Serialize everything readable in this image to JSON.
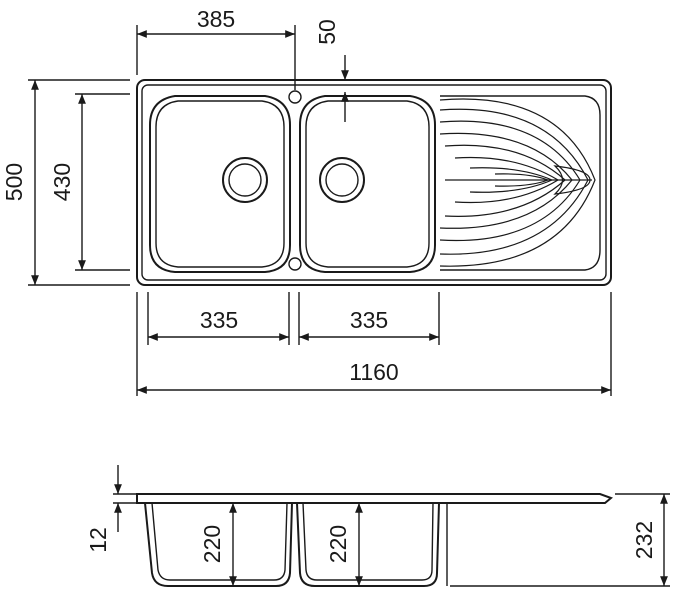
{
  "drawing": {
    "top_view": {
      "dimensions": {
        "bowl_offset": "385",
        "hole_offset": "50",
        "overall_depth": "500",
        "bowl_depth": "430",
        "bowl_left_width": "335",
        "bowl_right_width": "335",
        "overall_width": "1160"
      }
    },
    "side_view": {
      "dimensions": {
        "rim_thickness": "12",
        "bowl_left_height": "220",
        "bowl_right_height": "220",
        "overall_height": "232"
      }
    }
  },
  "icons": [
    "arrow-head-icon"
  ],
  "colors": {
    "line": "#1a1a1a",
    "background": "#ffffff"
  }
}
